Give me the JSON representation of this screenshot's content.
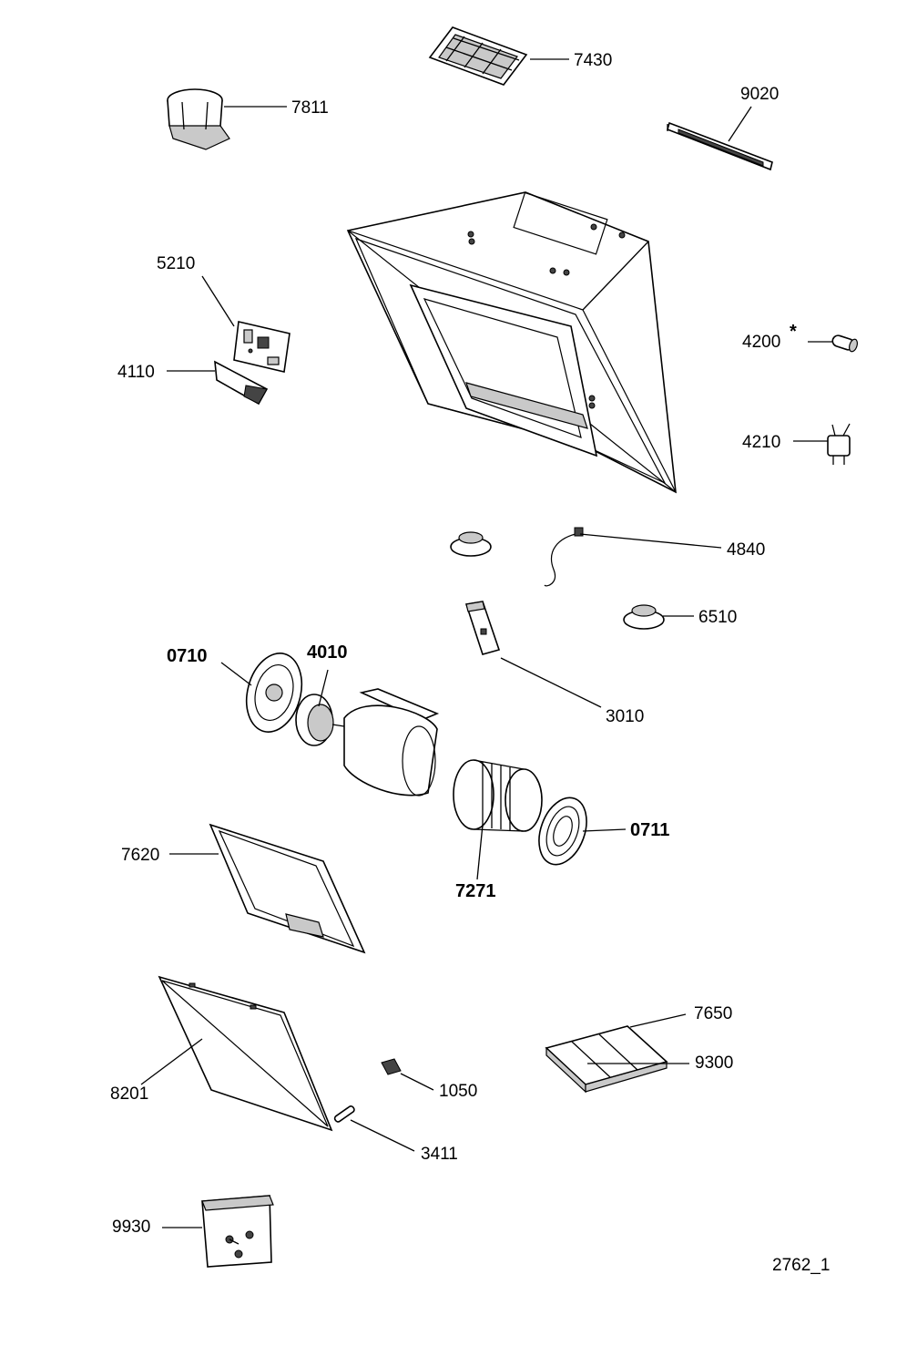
{
  "diagram_id": "2762_1",
  "parts": [
    {
      "key": "p7430",
      "label": "7430",
      "icon": "carbon-filter-grid-icon"
    },
    {
      "key": "p7811",
      "label": "7811",
      "icon": "duct-adapter-icon"
    },
    {
      "key": "p9020",
      "label": "9020",
      "icon": "trim-strip-icon"
    },
    {
      "key": "p5210",
      "label": "5210",
      "icon": "circuit-board-icon"
    },
    {
      "key": "p4110",
      "label": "4110",
      "icon": "board-cover-icon"
    },
    {
      "key": "p4200",
      "label": "4200",
      "icon": "lamp-bulb-icon",
      "note": "*"
    },
    {
      "key": "p4210",
      "label": "4210",
      "icon": "capacitor-icon"
    },
    {
      "key": "p4840",
      "label": "4840",
      "icon": "power-cable-icon"
    },
    {
      "key": "p6510",
      "label": "6510",
      "icon": "knob-icon"
    },
    {
      "key": "p3010",
      "label": "3010",
      "icon": "switch-block-icon"
    },
    {
      "key": "p0710",
      "label": "0710",
      "icon": "fan-cover-icon"
    },
    {
      "key": "p4010",
      "label": "4010",
      "icon": "motor-icon"
    },
    {
      "key": "p0711",
      "label": "0711",
      "icon": "fan-cover-icon"
    },
    {
      "key": "p7271",
      "label": "7271",
      "icon": "fan-wheel-icon"
    },
    {
      "key": "p7620",
      "label": "7620",
      "icon": "grease-filter-icon"
    },
    {
      "key": "p7650",
      "label": "7650",
      "icon": "filter-pad-icon"
    },
    {
      "key": "p9300",
      "label": "9300",
      "icon": "filter-pad-icon"
    },
    {
      "key": "p8201",
      "label": "8201",
      "icon": "glass-panel-icon"
    },
    {
      "key": "p1050",
      "label": "1050",
      "icon": "clip-icon"
    },
    {
      "key": "p3411",
      "label": "3411",
      "icon": "hinge-pin-icon"
    },
    {
      "key": "p9930",
      "label": "9930",
      "icon": "screw-bag-icon"
    }
  ]
}
